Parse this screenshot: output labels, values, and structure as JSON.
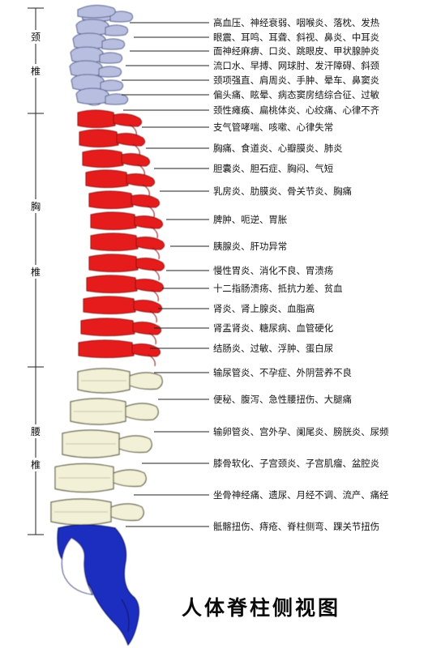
{
  "title": "人体脊柱侧视图",
  "regions": [
    {
      "id": "cervical",
      "chars": [
        "颈",
        "椎"
      ],
      "color": "#b7bedf"
    },
    {
      "id": "thoracic",
      "chars": [
        "胸",
        "椎"
      ],
      "color": "#e61e1e"
    },
    {
      "id": "lumbar",
      "chars": [
        "腰",
        "椎"
      ],
      "color": "#f2f0d6"
    },
    {
      "id": "sacral",
      "chars": [],
      "color": "#1f2fbf"
    }
  ],
  "labels": [
    "高血压、神经衰弱、咽喉炎、落枕、发热",
    "眼震、耳鸣、耳聋、斜视、鼻炎、中耳炎",
    "面神经麻痹、口炎、跳眼皮、甲状腺肿炎",
    "流口水、早搏、网球肘、发汗障碍、斜颈",
    "颈项强直、肩周炎、手肿、晕车、鼻窦炎",
    "偏头痛、眩晕、病态窦房结综合征、过敏",
    "颈性瘫痪、扁桃体炎、心绞痛、心律不齐",
    "支气管哮喘、咳嗽、心律失常",
    "胸痛、食道炎、心瓣膜炎、肺炎",
    "胆囊炎、胆石症、胸闷、气短",
    "乳房炎、肋膜炎、骨关节炎、胸痛",
    "脾肿、呃逆、胃胀",
    "胰腺炎、肝功异常",
    "慢性胃炎、消化不良、胃溃疡",
    "十二指肠溃疡、抵抗力差、贫血",
    "肾炎、肾上腺炎、血脂高",
    "肾盂肾炎、糖尿病、血管硬化",
    "结肠炎、过敏、浮肿、蛋白尿",
    "输尿管炎、不孕症、外阴营养不良",
    "便秘、腹泻、急性腰扭伤、大腿痛",
    "输卵管炎、宫外孕、阑尾炎、膀胱炎、尿频",
    "膝骨软化、子宫颈炎、子宫肌瘤、盆腔炎",
    "坐骨神经痛、遗尿、月经不调、流产、痛经",
    "骶髂扭伤、痔疮、脊柱侧弯、踝关节扭伤"
  ]
}
